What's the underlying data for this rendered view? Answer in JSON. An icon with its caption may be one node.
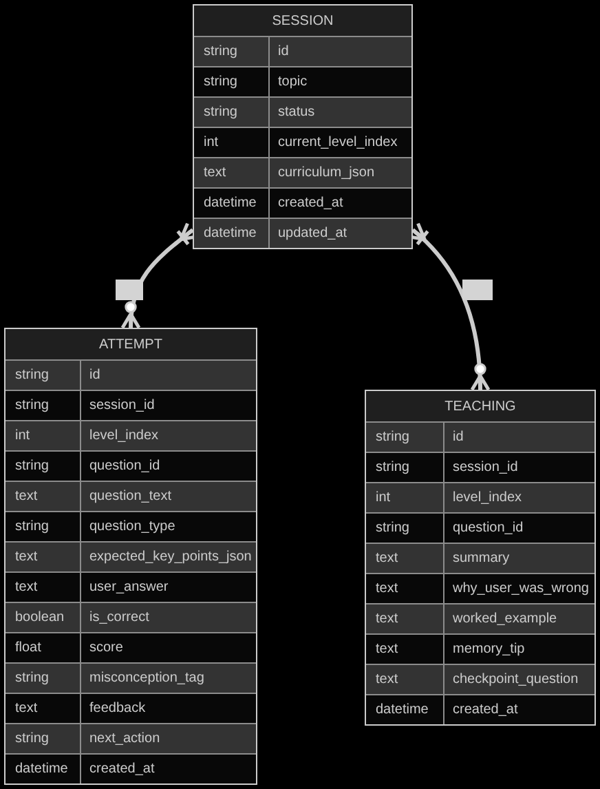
{
  "diagram": {
    "nodes": [
      {
        "text": [
          "SESSION",
          "string",
          "id",
          "string",
          "topic",
          "string",
          "status",
          "int",
          "current_level_index",
          "text",
          "curriculum_json",
          "datetime",
          "created_at",
          "datetime",
          "updated_at"
        ]
      },
      {
        "text": [
          "ATTEMPT",
          "string",
          "id",
          "string",
          "session_id",
          "int",
          "level_index",
          "string",
          "question_id",
          "text",
          "question_text",
          "string",
          "question_type",
          "text",
          "expected_key_points_json",
          "text",
          "user_answer",
          "boolean",
          "is_correct",
          "float",
          "score",
          "string",
          "misconception_tag",
          "text",
          "feedback",
          "string",
          "next_action",
          "datetime",
          "created_at"
        ]
      },
      {
        "text": [
          "TEACHING",
          "string",
          "id",
          "string",
          "session_id",
          "int",
          "level_index",
          "string",
          "question_id",
          "text",
          "summary",
          "text",
          "why_user_was_wrong",
          "text",
          "worked_example",
          "text",
          "memory_tip",
          "text",
          "checkpoint_question",
          "datetime",
          "created_at"
        ]
      }
    ],
    "edges": [
      {
        "from": 1,
        "to": 0,
        "arrow": "other"
      },
      {
        "from": 2,
        "to": 0,
        "arrow": "other"
      }
    ]
  }
}
